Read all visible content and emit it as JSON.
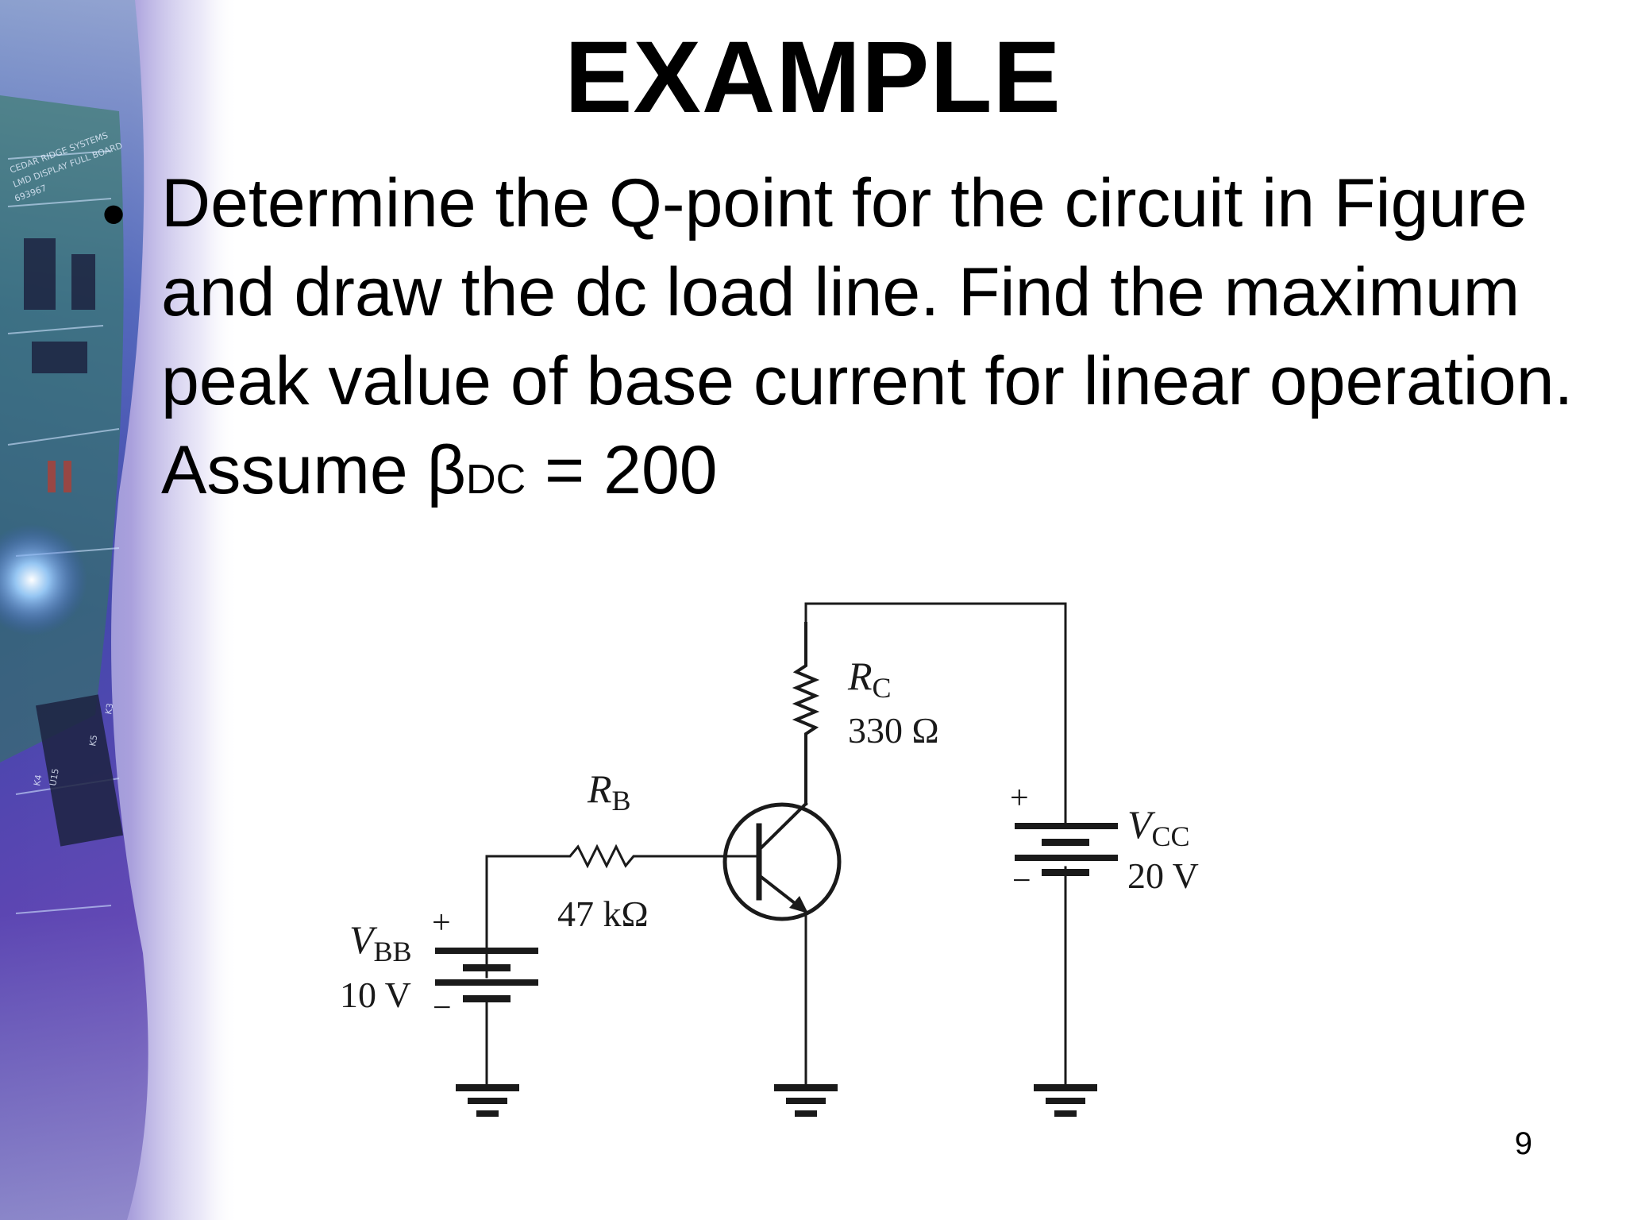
{
  "slide": {
    "title": "EXAMPLE",
    "bullet_symbol": "•",
    "problem_text_main": "Determine the Q-point for the circuit in Figure and draw the dc load line. Find the maximum peak value of base current for linear operation. Assume ",
    "beta_symbol": "β",
    "beta_subscript": "DC",
    "beta_value_text": " = 200",
    "page_number": "9"
  },
  "background_art": {
    "board_text_1": "CEDAR RIDGE SYSTEMS",
    "board_text_2": "LMD DISPLAY  FULL BOARD",
    "board_text_3": "693967",
    "chip_labels": [
      "K4",
      "U15",
      "K5",
      "K3"
    ]
  },
  "circuit": {
    "rc_symbol": "R",
    "rc_subscript": "C",
    "rc_value": "330 Ω",
    "rb_symbol": "R",
    "rb_subscript": "B",
    "rb_value": "47 kΩ",
    "vcc_symbol": "V",
    "vcc_subscript": "CC",
    "vcc_value": "20 V",
    "vbb_symbol": "V",
    "vbb_subscript": "BB",
    "vbb_value": "10 V",
    "plus_sign": "+",
    "minus_sign": "−"
  },
  "colors": {
    "text": "#000000",
    "background": "#ffffff",
    "art_blue": "#3a55c8",
    "art_purple": "#8a4bd0",
    "art_green": "#2f8a55"
  }
}
